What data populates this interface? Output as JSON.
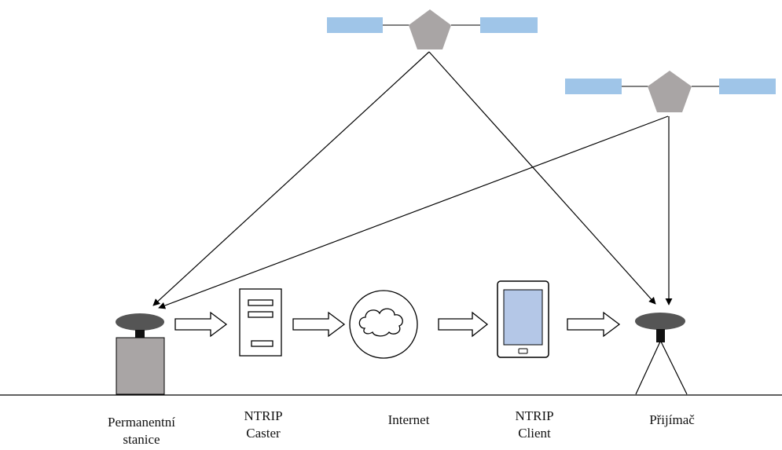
{
  "labels": {
    "station_line1": "Permanentní",
    "station_line2": "stanice",
    "caster_line1": "NTRIP",
    "caster_line2": "Caster",
    "internet": "Internet",
    "client_line1": "NTRIP",
    "client_line2": "Client",
    "receiver": "Přijímač"
  },
  "colors": {
    "solar_panel": "#9fc5e8",
    "satellite_body": "#a9a5a5",
    "station_body": "#a9a5a5",
    "antenna": "#555555",
    "tablet_screen": "#b4c7e7",
    "line": "#000000"
  },
  "icons": [
    "satellite-icon",
    "base-station-icon",
    "server-icon",
    "cloud-icon",
    "tablet-icon",
    "rover-receiver-icon"
  ]
}
